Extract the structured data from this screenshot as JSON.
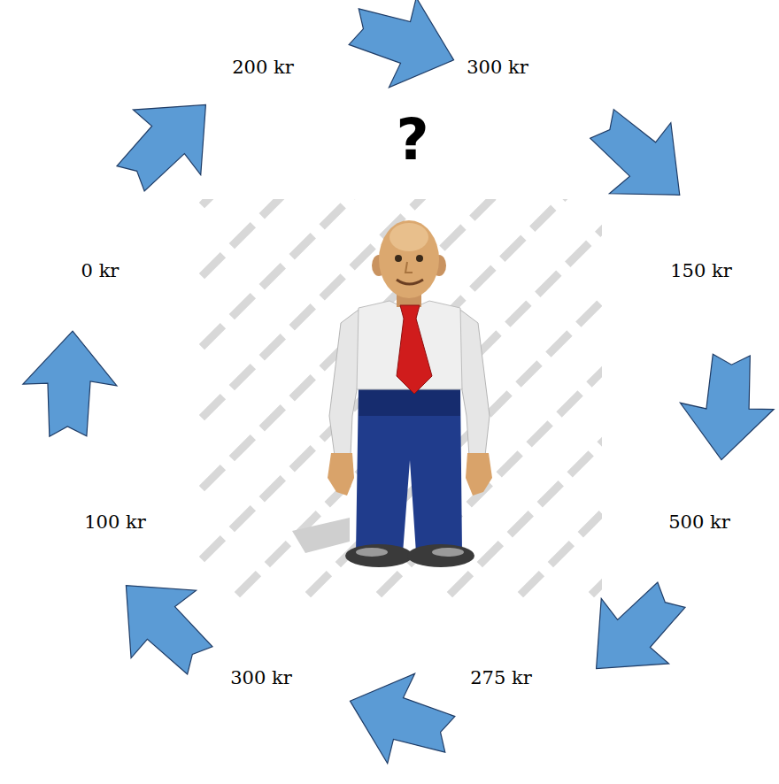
{
  "diagram": {
    "labels": [
      "200 kr",
      "300 kr",
      "0 kr",
      "150 kr",
      "100 kr",
      "500 kr",
      "300 kr",
      "275 kr",
      "?"
    ]
  }
}
